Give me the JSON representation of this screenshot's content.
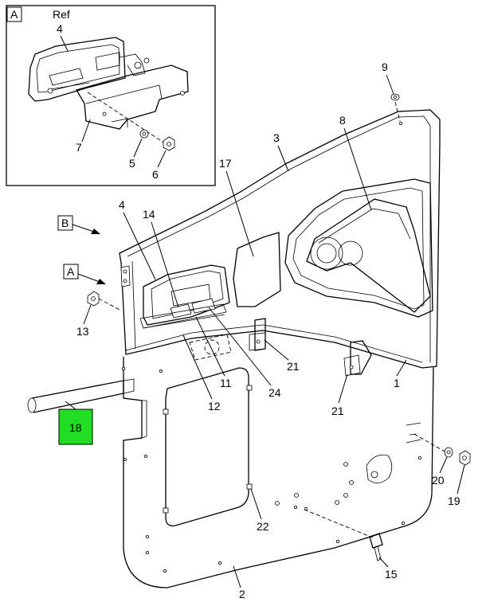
{
  "callouts": {
    "c1": "1",
    "c2": "2",
    "c3": "3",
    "c4": "4",
    "c5": "5",
    "c6": "6",
    "c7": "7",
    "c8": "8",
    "c9": "9",
    "c11": "11",
    "c12": "12",
    "c13": "13",
    "c14": "14",
    "c15": "15",
    "c17": "17",
    "c18": "18",
    "c19": "19",
    "c20": "20",
    "c21a": "21",
    "c21b": "21",
    "c22": "22",
    "c24": "24",
    "inset_ref_label": "Ref",
    "inset_4": "4",
    "inset_5": "5",
    "inset_6": "6",
    "inset_7": "7"
  },
  "view_markers": {
    "inset_letter": "A",
    "arrow_b": "B",
    "arrow_a": "A"
  },
  "highlight": {
    "part": "18",
    "color": "#22dd22"
  }
}
